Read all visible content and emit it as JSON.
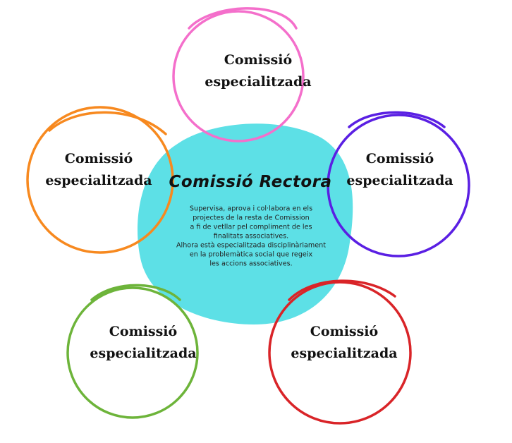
{
  "center": {
    "title": "Comissió Rectora",
    "description_lines": [
      "Supervisa, aprova i col·labora en els",
      "projectes de la resta de Comission",
      "a fi de vetllar  pel compliment de les",
      "finalitats associatives.",
      "Alhora està especialitzada disciplinàriament",
      "en la problemàtica social que regeix",
      "les accions associatives."
    ],
    "color": "#5de0e6"
  },
  "commissions": [
    {
      "line1": "Comissió",
      "line2": "especialitzada",
      "color": "#f46fcb"
    },
    {
      "line1": "Comissió",
      "line2": "especialitzada",
      "color": "#f7891f"
    },
    {
      "line1": "Comissió",
      "line2": "especialitzada",
      "color": "#5a1fe3"
    },
    {
      "line1": "Comissió",
      "line2": "especialitzada",
      "color": "#6db43a"
    },
    {
      "line1": "Comissió",
      "line2": "especialitzada",
      "color": "#d92428"
    }
  ]
}
